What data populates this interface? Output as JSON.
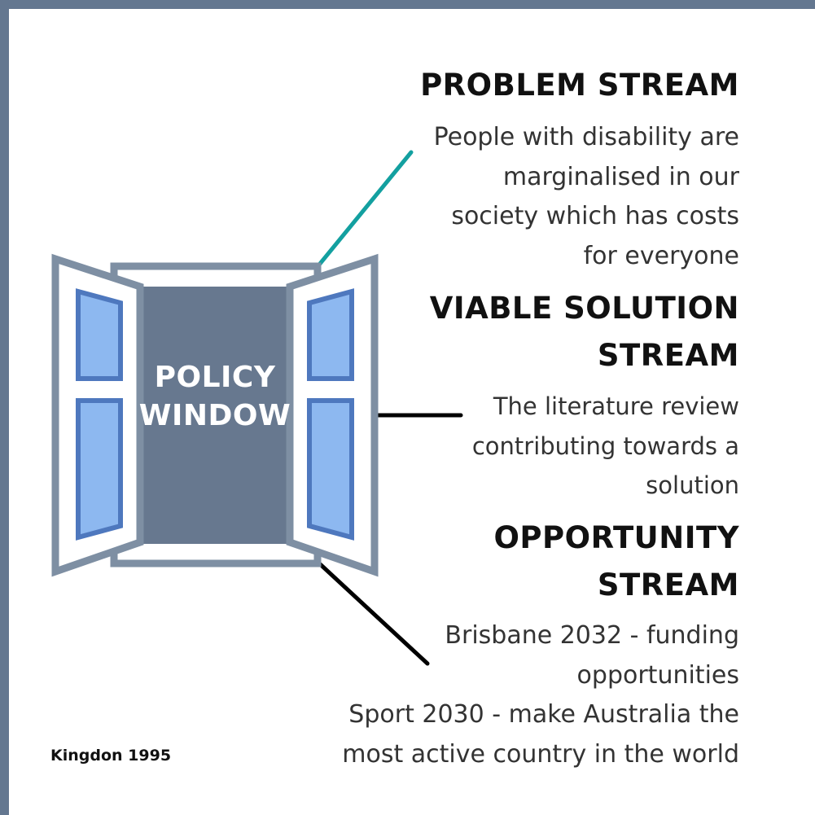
{
  "window": {
    "label": "POLICY\nWINDOW"
  },
  "streams": [
    {
      "heading": "PROBLEM STREAM",
      "body": "People with disability are\nmarginalised in our\nsociety which has costs\nfor everyone"
    },
    {
      "heading": "VIABLE SOLUTION\nSTREAM",
      "body": "The literature review\ncontributing towards a\nsolution"
    },
    {
      "heading": "OPPORTUNITY\nSTREAM",
      "body": "Brisbane 2032 - funding\nopportunities\nSport 2030 - make Australia the\nmost active country in the world"
    }
  ],
  "citation": "Kingdon 1995",
  "colors": {
    "frame": "#647790",
    "window_dark": "#67788f",
    "pane_fill": "#8db8f0",
    "pane_border": "#4e78be",
    "connector_problem": "#13a0a0",
    "connector_other": "#000000"
  }
}
